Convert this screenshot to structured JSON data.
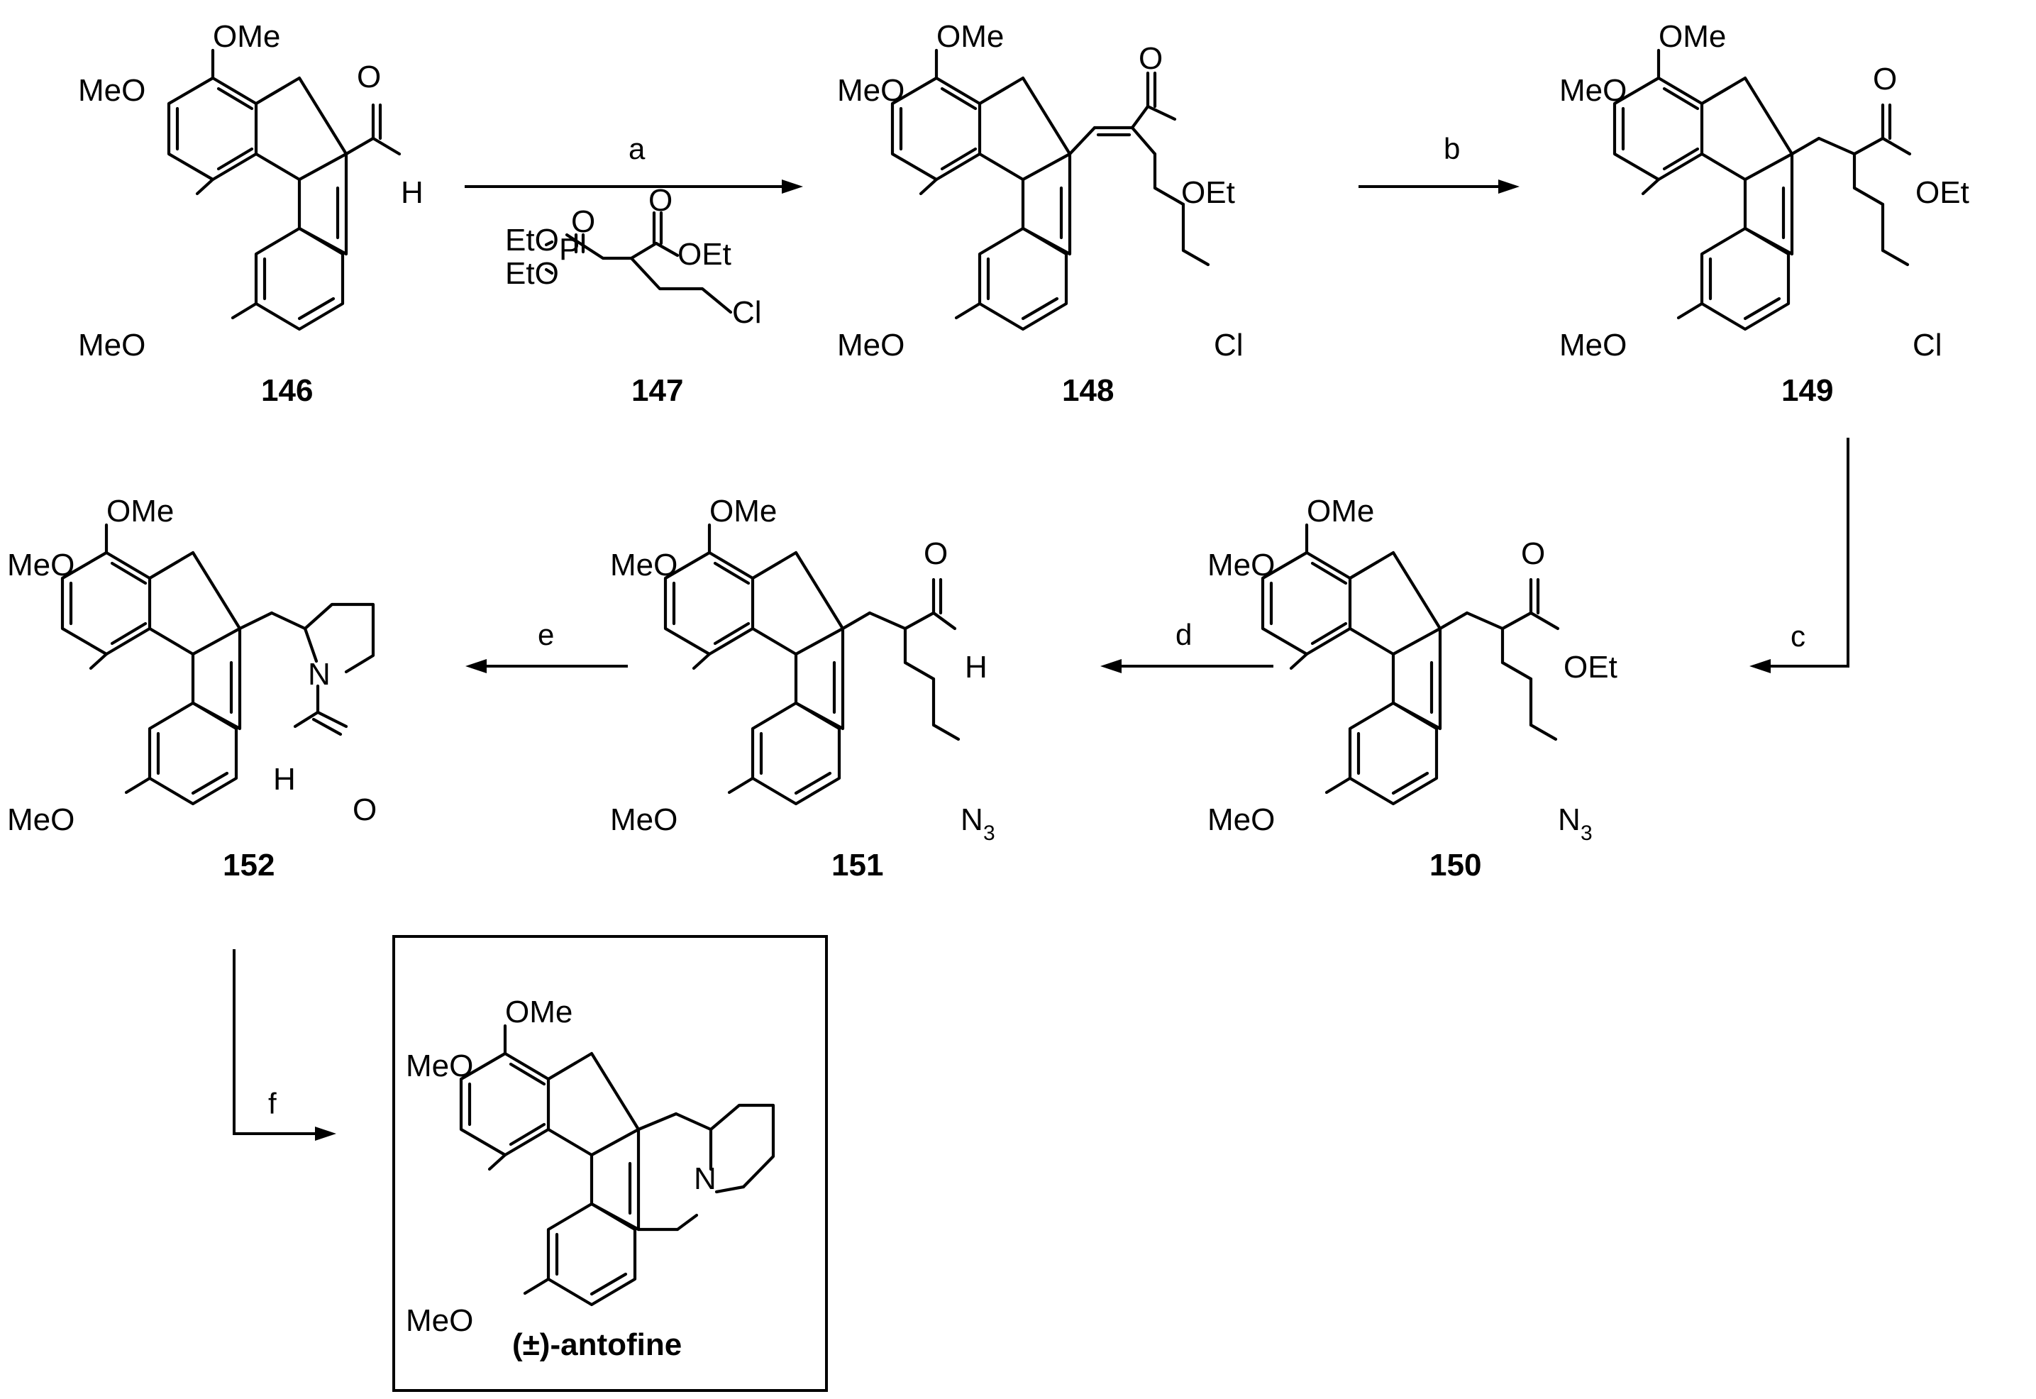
{
  "scheme": {
    "compounds": {
      "c146": "146",
      "c147": "147",
      "c148": "148",
      "c149": "149",
      "c150": "150",
      "c151": "151",
      "c152": "152",
      "product": "(±)-antofine"
    },
    "steps": [
      "a",
      "b",
      "c",
      "d",
      "e",
      "f"
    ],
    "atoms": {
      "ome": "OMe",
      "meo": "MeO",
      "oet": "OEt",
      "eto": "EtO",
      "o": "O",
      "h": "H",
      "n": "N",
      "p": "P",
      "cl": "Cl",
      "n3_main": "N",
      "n3_sub": "3"
    }
  }
}
